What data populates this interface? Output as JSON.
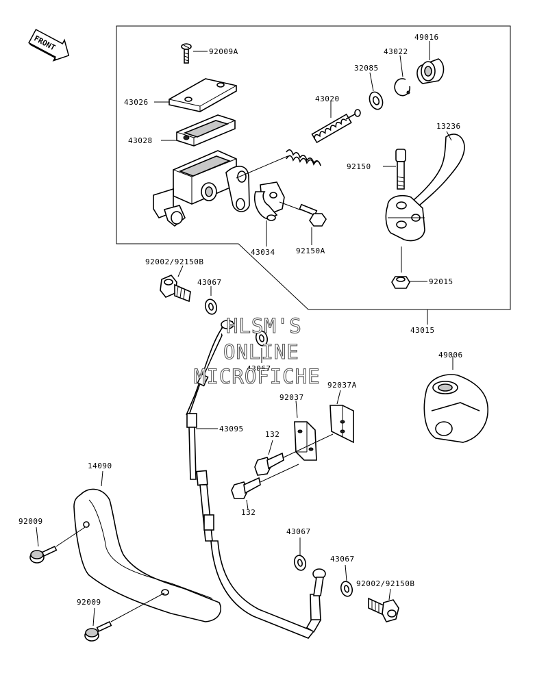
{
  "front_arrow": {
    "label": "FRONT",
    "icon": "front-arrow-icon"
  },
  "watermark": [
    "HLSM'S",
    "ONLINE",
    "MICROFICHE"
  ],
  "labels": {
    "p92009A": "92009A",
    "p43026": "43026",
    "p43028": "43028",
    "p43020": "43020",
    "p32085": "32085",
    "p43022": "43022",
    "p49016": "49016",
    "p13236": "13236",
    "p92150": "92150",
    "p43034": "43034",
    "p92150A": "92150A",
    "p92015": "92015",
    "p43015": "43015",
    "p92002a": "92002/92150B",
    "p43067a": "43067",
    "p43067b": "43067",
    "p49006": "49006",
    "p92037": "92037",
    "p92037A": "92037A",
    "p43095": "43095",
    "p132a": "132",
    "p132b": "132",
    "p14090": "14090",
    "p92009a": "92009",
    "p92009b": "92009",
    "p43067c": "43067",
    "p43067d": "43067",
    "p92002b": "92002/92150B"
  }
}
